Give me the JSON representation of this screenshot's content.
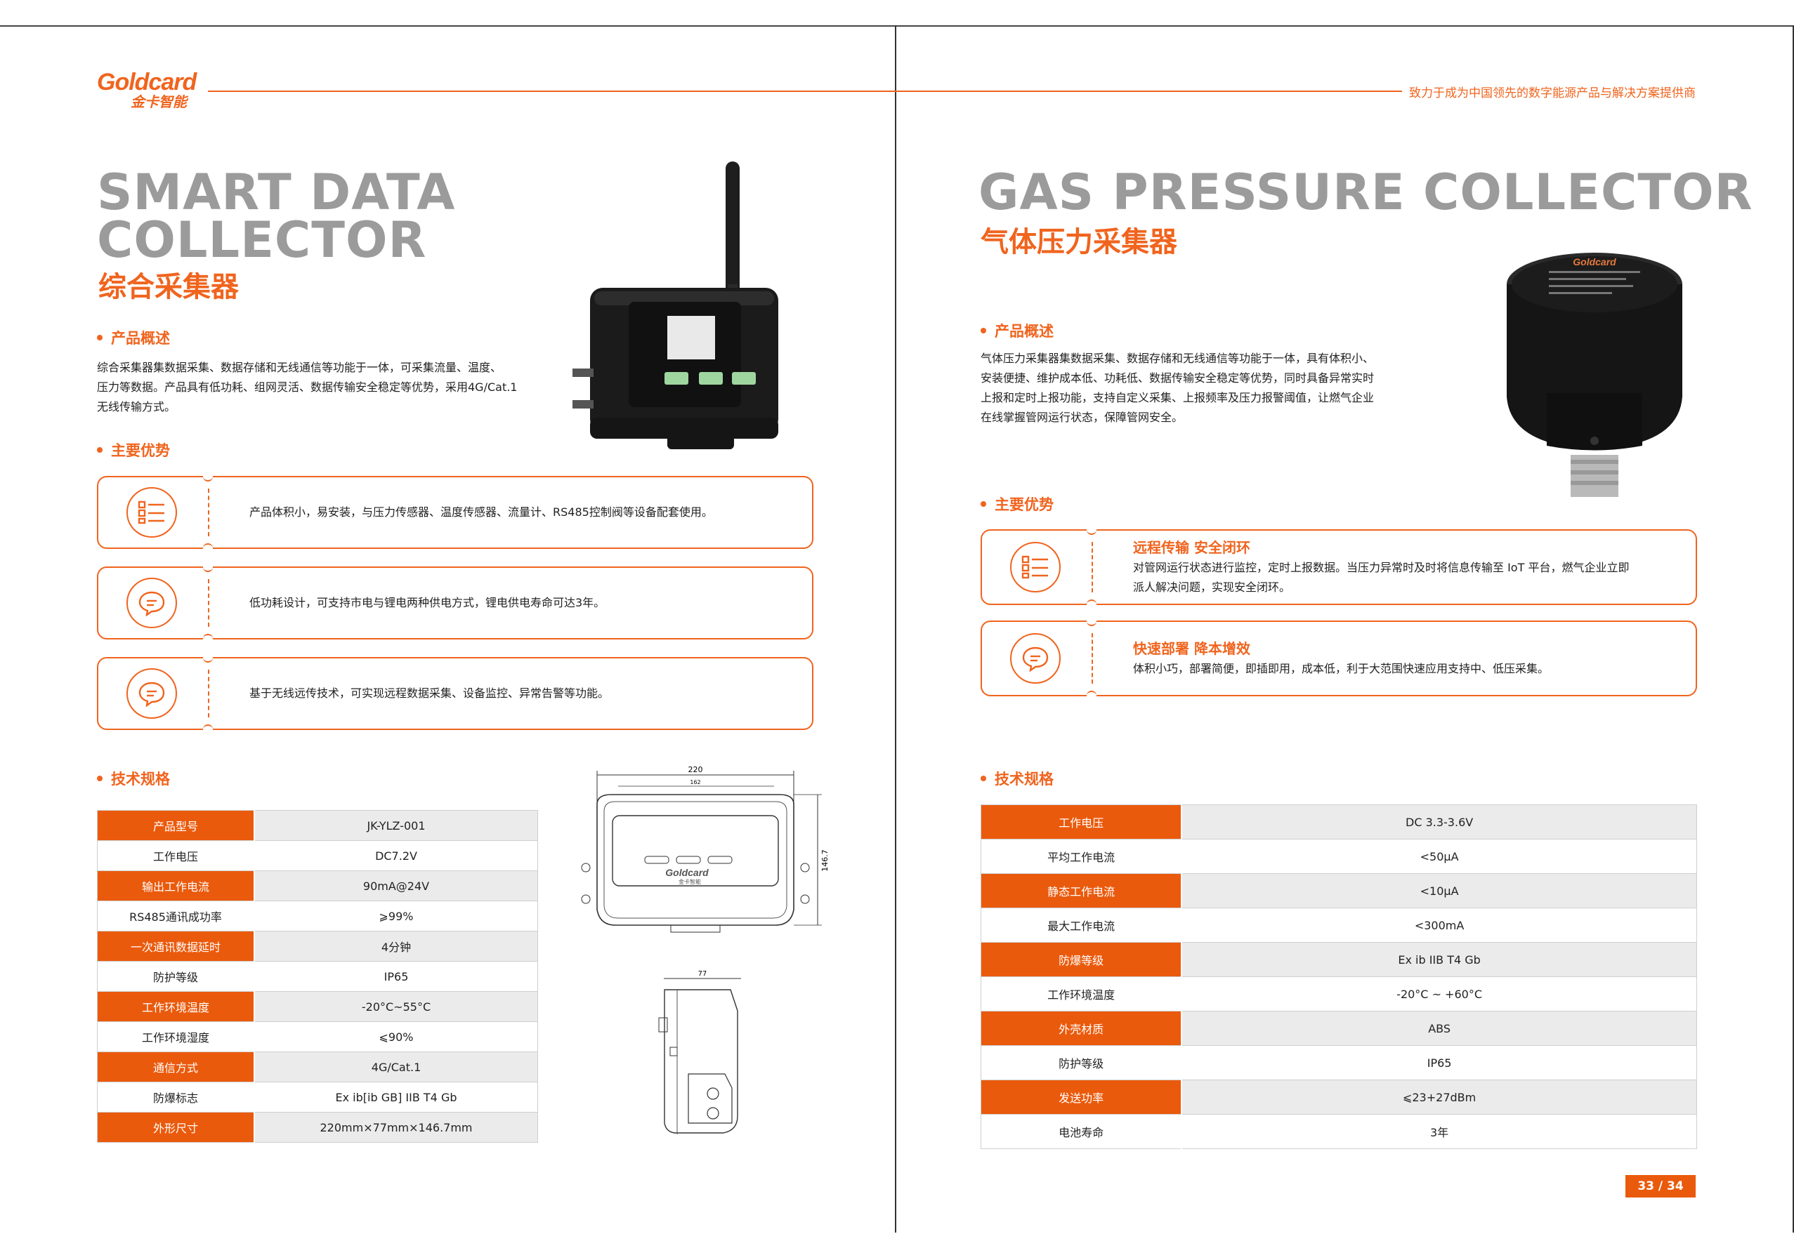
{
  "header": {
    "logo_en": "Goldcard",
    "logo_cn": "金卡智能",
    "slogan": "致力于成为中国领先的数字能源产品与解决方案提供商"
  },
  "left": {
    "title_en_1": "SMART DATA",
    "title_en_2": "COLLECTOR",
    "title_cn": "综合采集器",
    "overview_head": "产品概述",
    "overview": [
      "综合采集器集数据采集、数据存储和无线通信等功能于一体，可采集流量、温度、",
      "压力等数据。产品具有低功耗、组网灵活、数据传输安全稳定等优势，采用4G/Cat.1",
      "无线传输方式。"
    ],
    "adv_head": "主要优势",
    "advantages": [
      {
        "icon": "list-icon",
        "text": "产品体积小，易安装，与压力传感器、温度传感器、流量计、RS485控制阀等设备配套使用。"
      },
      {
        "icon": "chat-bubble-icon",
        "text": "低功耗设计，可支持市电与锂电两种供电方式，锂电供电寿命可达3年。"
      },
      {
        "icon": "chat-bubble-icon",
        "text": "基于无线远传技术，可实现远程数据采集、设备监控、异常告警等功能。"
      }
    ],
    "spec_head": "技术规格",
    "specs": [
      {
        "k": "产品型号",
        "v": "JK-YLZ-001"
      },
      {
        "k": "工作电压",
        "v": "DC7.2V"
      },
      {
        "k": "输出工作电流",
        "v": "90mA@24V"
      },
      {
        "k": "RS485通讯成功率",
        "v": "⩾99%"
      },
      {
        "k": "一次通讯数据延时",
        "v": "4分钟"
      },
      {
        "k": "防护等级",
        "v": "IP65"
      },
      {
        "k": "工作环境温度",
        "v": "-20°C~55°C"
      },
      {
        "k": "工作环境湿度",
        "v": "⩽90%"
      },
      {
        "k": "通信方式",
        "v": "4G/Cat.1"
      },
      {
        "k": "防爆标志",
        "v": "Ex ib[ib GB] IIB T4 Gb"
      },
      {
        "k": "外形尺寸",
        "v": "220mm×77mm×146.7mm"
      }
    ],
    "drawing": {
      "width_label": "220",
      "inner_width_label": "162",
      "height_label": "146.7",
      "depth_label": "77",
      "brand": "Goldcard",
      "brand_cn": "金卡智能"
    }
  },
  "right": {
    "title_en": "GAS PRESSURE COLLECTOR",
    "title_cn": "气体压力采集器",
    "overview_head": "产品概述",
    "overview": [
      "气体压力采集器集数据采集、数据存储和无线通信等功能于一体，具有体积小、",
      "安装便捷、维护成本低、功耗低、数据传输安全稳定等优势，同时具备异常实时",
      "上报和定时上报功能，支持自定义采集、上报频率及压力报警阈值，让燃气企业",
      "在线掌握管网运行状态，保障管网安全。"
    ],
    "adv_head": "主要优势",
    "advantages": [
      {
        "icon": "list-icon",
        "title": "远程传输 安全闭环",
        "lines": [
          "对管网运行状态进行监控，定时上报数据。当压力异常时及时将信息传输至 IoT 平台，燃气企业立即",
          "派人解决问题，实现安全闭环。"
        ]
      },
      {
        "icon": "chat-bubble-icon",
        "title": "快速部署 降本增效",
        "lines": [
          "体积小巧，部署简便，即插即用，成本低，利于大范围快速应用支持中、低压采集。"
        ]
      }
    ],
    "spec_head": "技术规格",
    "specs": [
      {
        "k": "工作电压",
        "v": "DC 3.3-3.6V"
      },
      {
        "k": "平均工作电流",
        "v": "<50μA"
      },
      {
        "k": "静态工作电流",
        "v": "<10μA"
      },
      {
        "k": "最大工作电流",
        "v": "<300mA"
      },
      {
        "k": "防爆等级",
        "v": "Ex ib IIB T4 Gb"
      },
      {
        "k": "工作环境温度",
        "v": "-20°C ~ +60°C"
      },
      {
        "k": "外壳材质",
        "v": "ABS"
      },
      {
        "k": "防护等级",
        "v": "IP65"
      },
      {
        "k": "发送功率",
        "v": "⩽23+27dBm"
      },
      {
        "k": "电池寿命",
        "v": "3年"
      }
    ],
    "device_brand": "Goldcard"
  },
  "page_number": "33 / 34",
  "colors": {
    "accent": "#f0641e",
    "title_gray": "#9b9b9b",
    "row_gray": "#ebebeb"
  }
}
